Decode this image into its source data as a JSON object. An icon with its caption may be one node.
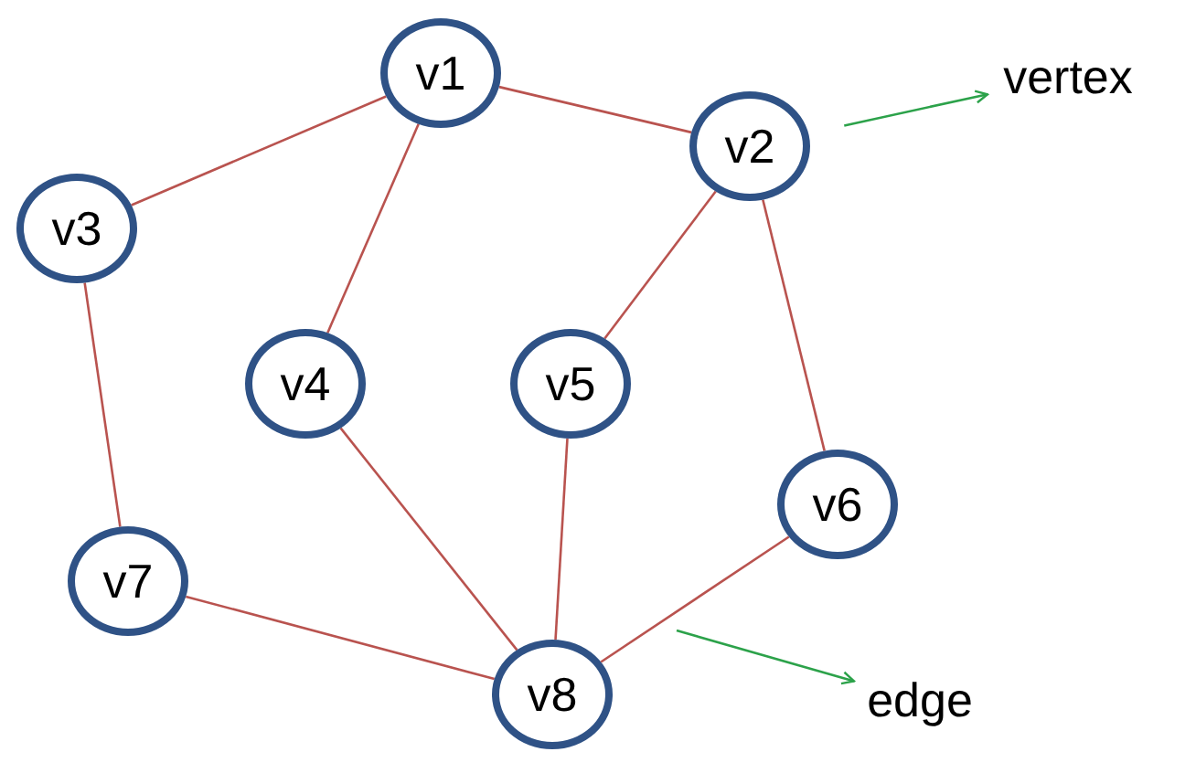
{
  "diagram": {
    "nodes": [
      {
        "text": [
          "v1"
        ]
      },
      {
        "text": [
          "v2"
        ]
      },
      {
        "text": [
          "v3"
        ]
      },
      {
        "text": [
          "v4"
        ]
      },
      {
        "text": [
          "v5"
        ]
      },
      {
        "text": [
          "v6"
        ]
      },
      {
        "text": [
          "v7"
        ]
      },
      {
        "text": [
          "v8"
        ]
      },
      {
        "text": [
          "vertex"
        ]
      },
      {
        "text": [
          "edge"
        ]
      }
    ],
    "edges": [
      {
        "from": 0,
        "to": 1,
        "arrow": "none"
      },
      {
        "from": 0,
        "to": 2,
        "arrow": "none"
      },
      {
        "from": 0,
        "to": 3,
        "arrow": "none"
      },
      {
        "from": 1,
        "to": 4,
        "arrow": "none"
      },
      {
        "from": 1,
        "to": 5,
        "arrow": "none"
      },
      {
        "from": 2,
        "to": 6,
        "arrow": "none"
      },
      {
        "from": 3,
        "to": 7,
        "arrow": "none"
      },
      {
        "from": 4,
        "to": 7,
        "arrow": "none"
      },
      {
        "from": 5,
        "to": 7,
        "arrow": "none"
      },
      {
        "from": 6,
        "to": 7,
        "arrow": "none"
      },
      {
        "from": 1,
        "to": 8,
        "arrow": "to",
        "color": "#2ca24a"
      },
      {
        "from": null,
        "to": 9,
        "arrow": "to",
        "color": "#2ca24a"
      }
    ]
  }
}
